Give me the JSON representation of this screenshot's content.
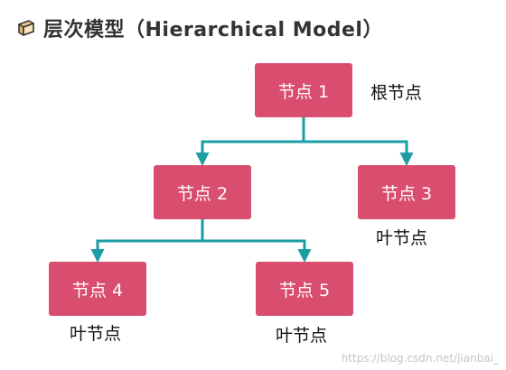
{
  "title": "层次模型（Hierarchical Model）",
  "icon": "stack-icon",
  "colors": {
    "node": "#d94d6f",
    "connector": "#1b9da3",
    "title": "#333333"
  },
  "nodes": [
    {
      "id": "n1",
      "label": "节点 1",
      "tag": "根节点"
    },
    {
      "id": "n2",
      "label": "节点 2",
      "tag": ""
    },
    {
      "id": "n3",
      "label": "节点 3",
      "tag": "叶节点"
    },
    {
      "id": "n4",
      "label": "节点 4",
      "tag": "叶节点"
    },
    {
      "id": "n5",
      "label": "节点 5",
      "tag": "叶节点"
    }
  ],
  "edges": [
    {
      "from": "n1",
      "to": "n2"
    },
    {
      "from": "n1",
      "to": "n3"
    },
    {
      "from": "n2",
      "to": "n4"
    },
    {
      "from": "n2",
      "to": "n5"
    }
  ],
  "watermark": "https://blog.csdn.net/jianbai_"
}
